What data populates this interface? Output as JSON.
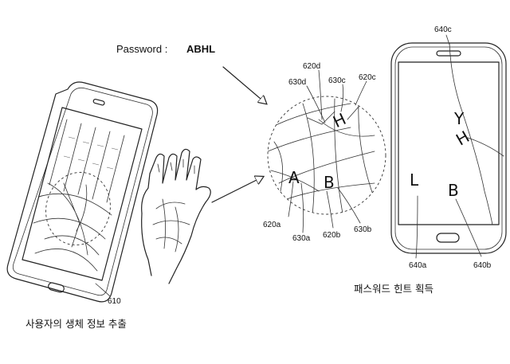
{
  "password": {
    "label": "Password :",
    "value": "ABHL"
  },
  "captions": {
    "left": "사용자의 생체 정보 추출",
    "right": "패스워드 힌트 획득"
  },
  "references": {
    "r610": "610",
    "r620a": "620a",
    "r620b": "620b",
    "r620c": "620c",
    "r620d": "620d",
    "r630a": "630a",
    "r630b": "630b",
    "r630c": "630c",
    "r630d": "630d",
    "r640a": "640a",
    "r640b": "640b",
    "r640c": "640c"
  },
  "glyphs": {
    "zoom_a": "A",
    "zoom_b": "B",
    "zoom_h": "H",
    "phone_l": "L",
    "phone_b": "B",
    "phone_h": "H",
    "phone_y": "Y"
  }
}
